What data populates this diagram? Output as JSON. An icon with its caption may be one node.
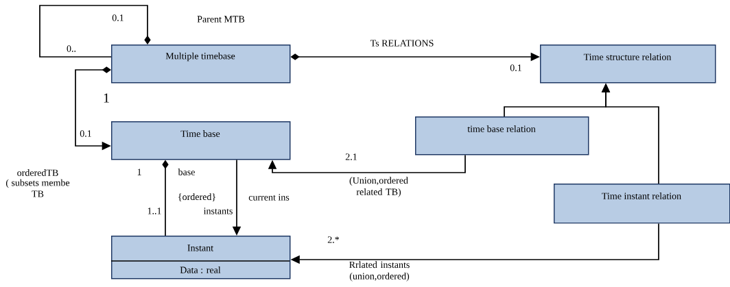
{
  "diagram": {
    "nodes": [
      {
        "text": [
          "Multiple timebase"
        ]
      },
      {
        "text": [
          "Time structure relation"
        ]
      },
      {
        "text": [
          "Time base"
        ]
      },
      {
        "text": [
          "time base relation"
        ]
      },
      {
        "text": [
          "Time instant relation"
        ]
      },
      {
        "text": [
          "Instant",
          "Data : real"
        ]
      }
    ],
    "edges": [
      {
        "from": 0,
        "to": 0,
        "arrow": "other"
      },
      {
        "from": 0,
        "to": 1,
        "arrow": "to",
        "label": "Ts RELATIONS"
      },
      {
        "from": 0,
        "to": 2,
        "arrow": "to"
      },
      {
        "from": 3,
        "to": 1,
        "arrow": "to"
      },
      {
        "from": 4,
        "to": 1,
        "arrow": "to"
      },
      {
        "from": 3,
        "to": 2,
        "arrow": "to",
        "label": "(Union,ordered related TB)"
      },
      {
        "from": 2,
        "to": 5,
        "arrow": "other"
      },
      {
        "from": 2,
        "to": 5,
        "arrow": "to"
      },
      {
        "from": 4,
        "to": 5,
        "arrow": "to",
        "label": "Rrlated instants (union,ordered)"
      }
    ],
    "labels": [
      "0.1",
      "Parent MTB",
      "0..",
      "0.1",
      "1",
      "0.1",
      "orderedTB",
      "( subsets membe",
      "TB",
      "1",
      "base",
      "2.1",
      "{ordered}",
      "current ins",
      "1..1",
      "instants",
      "2.*"
    ]
  }
}
